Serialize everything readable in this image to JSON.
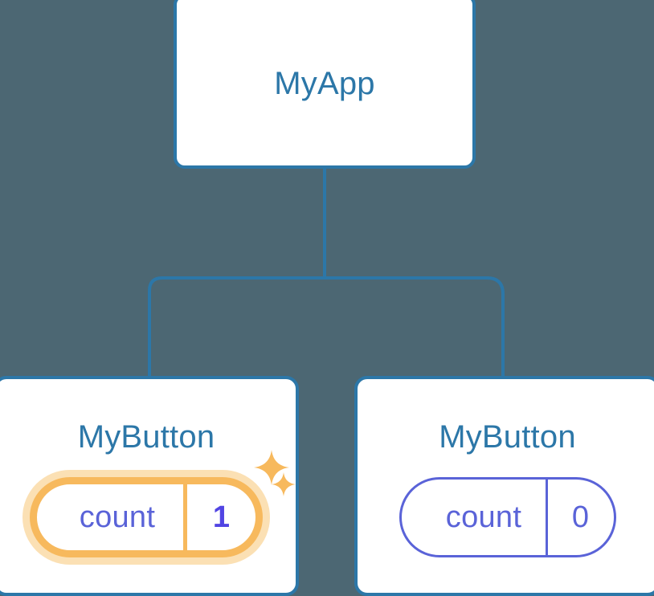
{
  "diagram": {
    "type": "component-tree",
    "background_color": "#4c6773",
    "accent_color": "#2c77a8",
    "highlight_color": "#f7b95d",
    "state_color": "#5a63d8"
  },
  "root": {
    "title": "MyApp"
  },
  "children": [
    {
      "title": "MyButton",
      "state": {
        "key": "count",
        "value": "1"
      },
      "highlighted": true,
      "sparkles": [
        "sparkle-large-icon",
        "sparkle-small-icon"
      ]
    },
    {
      "title": "MyButton",
      "state": {
        "key": "count",
        "value": "0"
      },
      "highlighted": false
    }
  ],
  "connectors": {
    "icon": "tree-branch-connector",
    "stroke_color": "#2c77a8",
    "stroke_width": 4
  }
}
